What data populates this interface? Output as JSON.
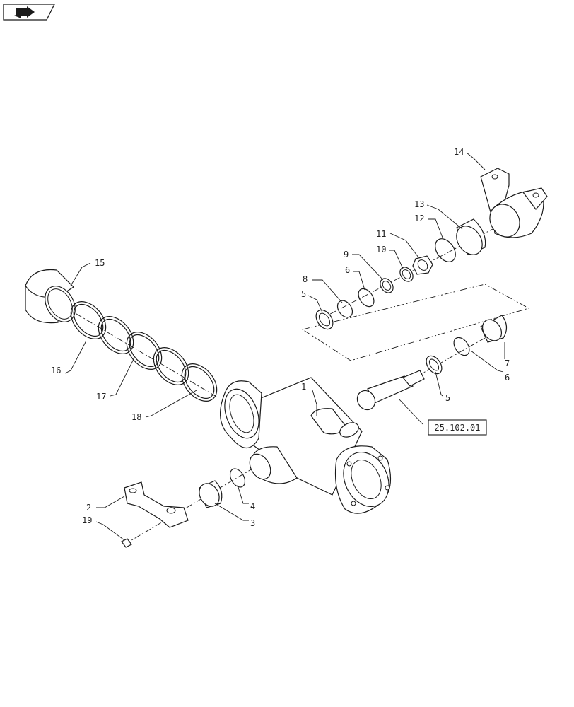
{
  "nav_icon": {
    "name": "nav-arrow-icon"
  },
  "reference": {
    "label": "25.102.01"
  },
  "callouts": {
    "c1": "1",
    "c2": "2",
    "c3": "3",
    "c4": "4",
    "c5a": "5",
    "c5b": "5",
    "c6a": "6",
    "c6b": "6",
    "c7": "7",
    "c8": "8",
    "c9": "9",
    "c10": "10",
    "c11": "11",
    "c12": "12",
    "c13": "13",
    "c14": "14",
    "c15": "15",
    "c16": "16",
    "c17": "17",
    "c18": "18",
    "c19": "19"
  }
}
